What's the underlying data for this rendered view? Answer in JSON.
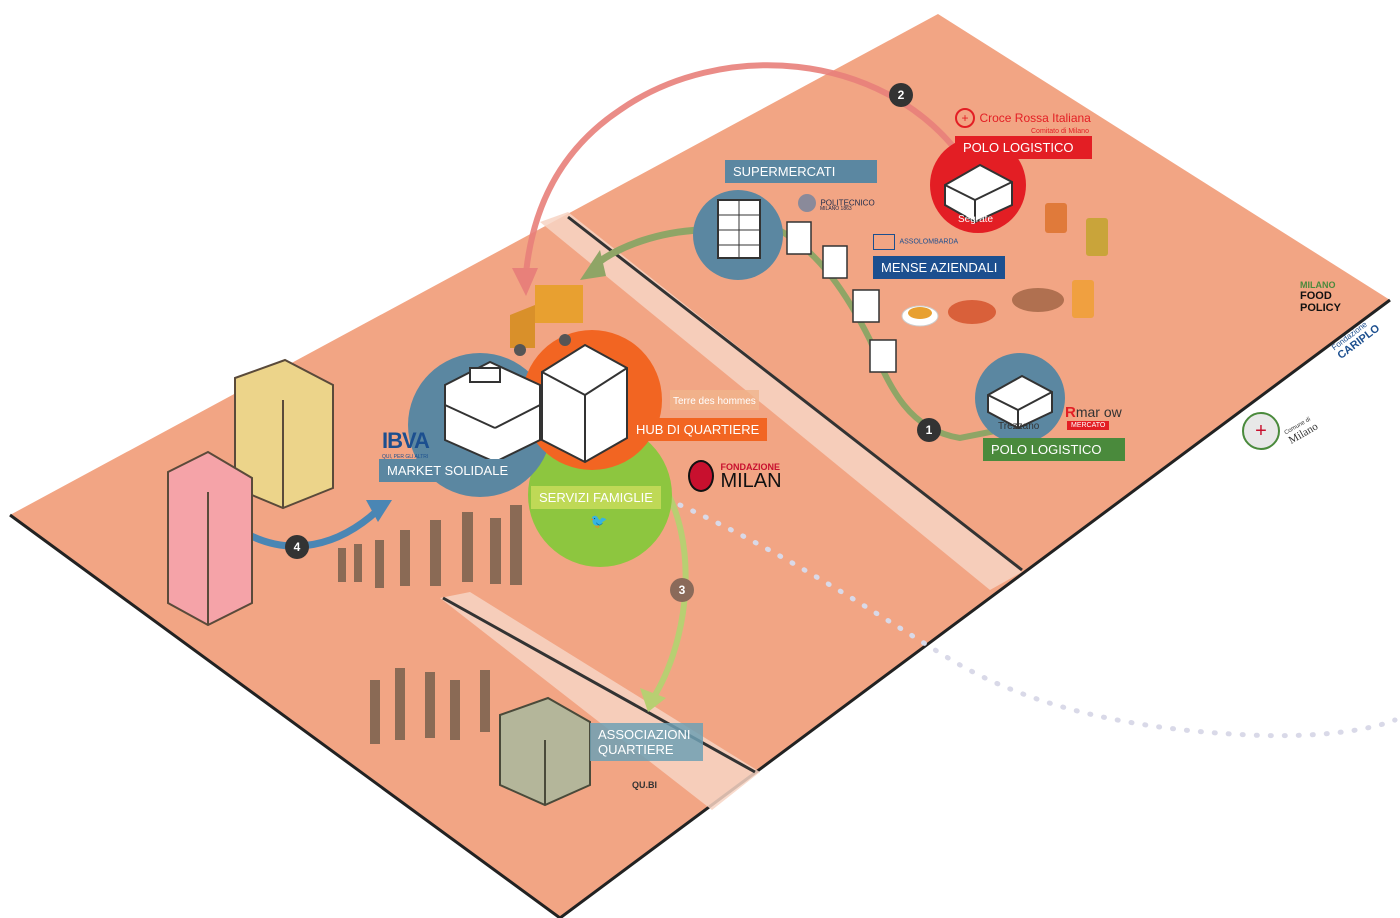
{
  "labels": {
    "supermercati": "SUPERMERCATI",
    "mense": "MENSE AZIENDALI",
    "polo_top": "POLO LOGISTICO",
    "polo_bottom": "POLO LOGISTICO",
    "hub": "HUB DI QUARTIERE",
    "market": "MARKET SOLIDALE",
    "servizi": "SERVIZI FAMIGLIE",
    "associazioni_1": "ASSOCIAZIONI",
    "associazioni_2": "QUARTIERE"
  },
  "places": {
    "segrate": "Segrate",
    "trezzano": "Trezzano"
  },
  "steps": [
    "1",
    "2",
    "3",
    "4"
  ],
  "logos": {
    "croce_rossa": "Croce Rossa Italiana",
    "croce_rossa_sub": "Comitato di Milano",
    "politecnico": "POLITECNICO",
    "politecnico_sub": "MILANO 1863",
    "assolombarda": "ASSOLOMBARDA",
    "recup": "mar ow",
    "recup_sub": "MERCATO",
    "ibva": "IBVA",
    "ibva_sub": "QUI, PER GLI ALTRI",
    "terre": "Terre des hommes",
    "fondazione": "FONDAZIONE",
    "milan": "MILAN",
    "food_milano": "MILANO",
    "food_1": "FOOD",
    "food_2": "POLICY",
    "cariplo_1": "Fondazione",
    "cariplo_2": "CARIPLO",
    "comune_1": "Comune di",
    "comune_2": "Milano",
    "qubi": "QU.BI"
  },
  "colors": {
    "ground": "#f2a584",
    "road": "#f7d3c3",
    "blue_circle": "#5b87a1",
    "red": "#e31e24",
    "green": "#4a8a3c",
    "orange": "#f26522",
    "lime": "#8dc63f",
    "navy": "#1c4f8f",
    "arrow_red": "#e8807a",
    "arrow_green": "#8fa566",
    "arrow_blue": "#4a86b4"
  }
}
